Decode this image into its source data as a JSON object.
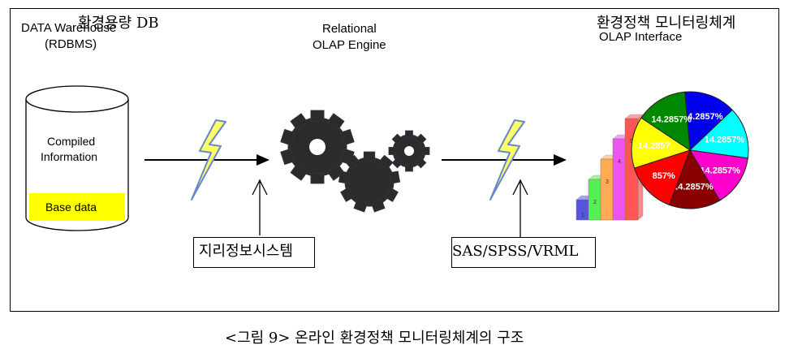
{
  "labels": {
    "db_korean": "환경용량 DB",
    "dw_line1": "DATA Warehouse",
    "dw_line2": "(RDBMS)",
    "engine_line1": "Relational",
    "engine_line2": "OLAP Engine",
    "interface_korean": "환경정책 모니터링체계",
    "interface_english": "OLAP Interface",
    "compiled_line1": "Compiled",
    "compiled_line2": "Information",
    "base_data": "Base data",
    "gis_box": "지리정보시스템",
    "sas_box": "SAS/SPSS/VRML",
    "caption": "<그림 9> 온라인 환경정책 모니터링체계의 구조"
  },
  "bars": [
    {
      "label": "1",
      "value": 1,
      "color": "#5555dd"
    },
    {
      "label": "2",
      "value": 2,
      "color": "#55ee55"
    },
    {
      "label": "3",
      "value": 3,
      "color": "#ffaa55"
    },
    {
      "label": "4",
      "value": 4,
      "color": "#ee55ee"
    },
    {
      "label": "5",
      "value": 5,
      "color": "#ff5555"
    }
  ],
  "pie": {
    "slices": [
      {
        "label": "14.2857%",
        "value": 14.2857,
        "color": "#0000ee"
      },
      {
        "label": "14.2857%",
        "value": 14.2857,
        "color": "#00ffff"
      },
      {
        "label": "14.2857%",
        "value": 14.2857,
        "color": "#ff00cc"
      },
      {
        "label": "14.2857%",
        "value": 14.2857,
        "color": "#880000"
      },
      {
        "label": "857%",
        "value": 14.2857,
        "color": "#ff0000"
      },
      {
        "label": "14.2857",
        "value": 14.2857,
        "color": "#ffff00"
      },
      {
        "label": "14.2857%",
        "value": 14.2857,
        "color": "#008800"
      }
    ]
  },
  "colors": {
    "base_data_fill": "#ffff00",
    "gear_fill": "#2b2b2b",
    "bolt_fill": "#ffff66",
    "bolt_stroke": "#6688cc"
  }
}
